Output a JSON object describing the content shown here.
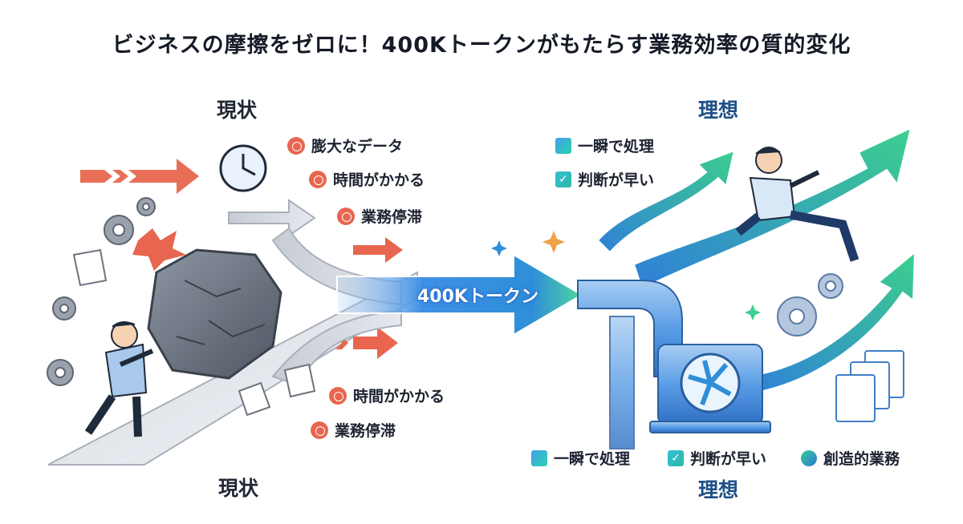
{
  "title": "ビジネスの摩擦をゼロに！400Kトークンがもたらす業務効率の質的変化",
  "current": {
    "heading_top": "現状",
    "heading_bottom": "現状",
    "labels_top": [
      "膨大なデータ",
      "時間がかかる",
      "業務停滞"
    ],
    "labels_bottom": [
      "時間がかかる",
      "業務停滞"
    ]
  },
  "center": {
    "token_label": "400Kトークン"
  },
  "ideal": {
    "heading_top": "理想",
    "heading_bottom": "理想",
    "labels_top": [
      "一瞬で処理",
      "判断が早い"
    ],
    "labels_bottom": [
      "一瞬で処理",
      "判断が早い",
      "創造的業務"
    ]
  },
  "colors": {
    "problem_red": "#e8664f",
    "ideal_blue": "#2f7fd8",
    "ideal_green": "#3ccf8e",
    "heading_blue": "#1d4f86"
  }
}
